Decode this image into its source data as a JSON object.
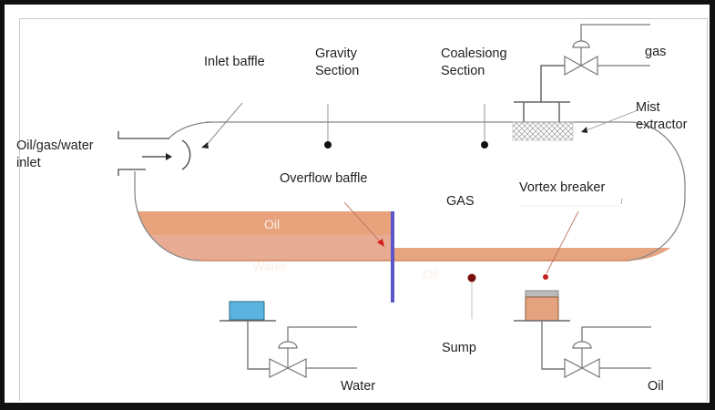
{
  "diagram": {
    "title": "Three-phase horizontal separator",
    "labels": {
      "inlet_baffle": "Inlet baffle",
      "gravity_section_1": "Gravity",
      "gravity_section_2": "Section",
      "coalescing_section_1": "Coalesiong",
      "coalescing_section_2": "Section",
      "gas_outlet": "gas",
      "mist_extractor_1": "Mist",
      "mist_extractor_2": "extractor",
      "inlet_1": "Oil/gas/water",
      "inlet_2": "inlet",
      "overflow_baffle": "Overflow baffle",
      "gas_zone": "GAS",
      "vortex_breaker": "Vortex breaker",
      "oil_layer_left": "Oil",
      "water_layer": "Water",
      "oil_layer_right": "Oil",
      "sump": "Sump",
      "water_outlet": "Water",
      "oil_outlet": "Oil"
    },
    "colors": {
      "oil": "#e8a885",
      "water": "#e9b39b",
      "oil_right": "#e6a47f",
      "baffle": "#5a55c8",
      "water_nozzle": "#5bb3e0",
      "leader_red": "#d42020",
      "line": "#555555"
    }
  }
}
